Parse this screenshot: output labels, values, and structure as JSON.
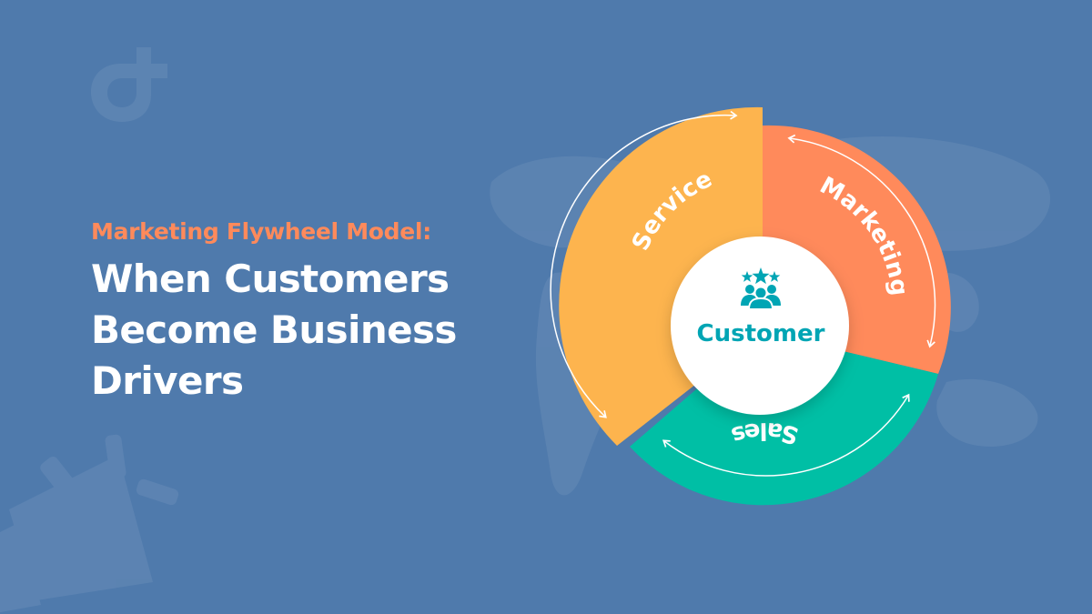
{
  "headline": {
    "kicker": "Marketing Flywheel Model:",
    "title_lines": [
      "When Customers",
      "Become Business",
      "Drivers"
    ]
  },
  "flywheel": {
    "center_label": "Customer",
    "center_icon": "customer-group-stars-icon",
    "segments": [
      {
        "label": "Service",
        "color": "#FDB44E"
      },
      {
        "label": "Marketing",
        "color": "#FF8A5B"
      },
      {
        "label": "Sales",
        "color": "#00BFA5"
      }
    ]
  },
  "colors": {
    "background": "#4F7AAC",
    "accent": "#FF8A5B",
    "center_text": "#00A5B4"
  }
}
